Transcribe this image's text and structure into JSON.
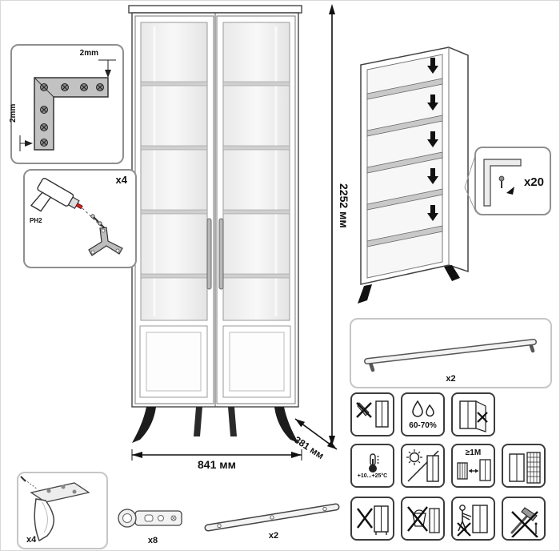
{
  "dimensions": {
    "height": "2252 мм",
    "width": "841 мм",
    "depth": "381 мм"
  },
  "corner_bracket_box": {
    "top_offset": "2mm",
    "side_offset": "2mm"
  },
  "drill_box": {
    "quantity": "x4",
    "bit": "PH2"
  },
  "shelf_pin_callout": {
    "quantity": "x20"
  },
  "handle_box": {
    "quantity": "x2"
  },
  "parts": {
    "leg_quantity": "x4",
    "hinge_quantity": "x8",
    "bracket_quantity": "x2"
  },
  "care": {
    "humidity_range": "60-70%",
    "temperature_range": "+10...+25°C",
    "min_distance": "≥1M"
  }
}
